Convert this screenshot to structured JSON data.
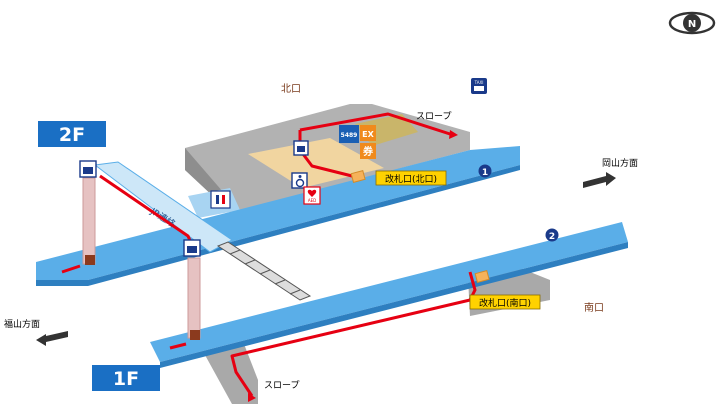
{
  "compass": {
    "letter": "N"
  },
  "floors": {
    "upper": "2F",
    "lower": "1F"
  },
  "exits": {
    "north": "北口",
    "south": "南口",
    "north_gate": "改札口(北口)",
    "south_gate": "改札口(南口)"
  },
  "directions": {
    "east": "岡山方面",
    "west": "福山方面"
  },
  "ramps": {
    "upper": "スロープ",
    "lower": "スロープ"
  },
  "passage": {
    "label": "JR連絡"
  },
  "platforms": {
    "p1": "1",
    "p2": "2"
  },
  "icons": {
    "taxi": "TAXI",
    "ticket_machine": "5489",
    "express": "EX",
    "ticket_office": "券",
    "aed": "AED",
    "restroom": "restroom-icon",
    "wheelchair": "wheelchair-icon",
    "elevator": "elevator-icon",
    "locker": "locker-icon"
  },
  "colors": {
    "platform": "#5aaee8",
    "concourse": "#a9a9a9",
    "route": "#e60012",
    "floor_badge": "#1a6fc4",
    "gate_label": "#ffd200"
  }
}
